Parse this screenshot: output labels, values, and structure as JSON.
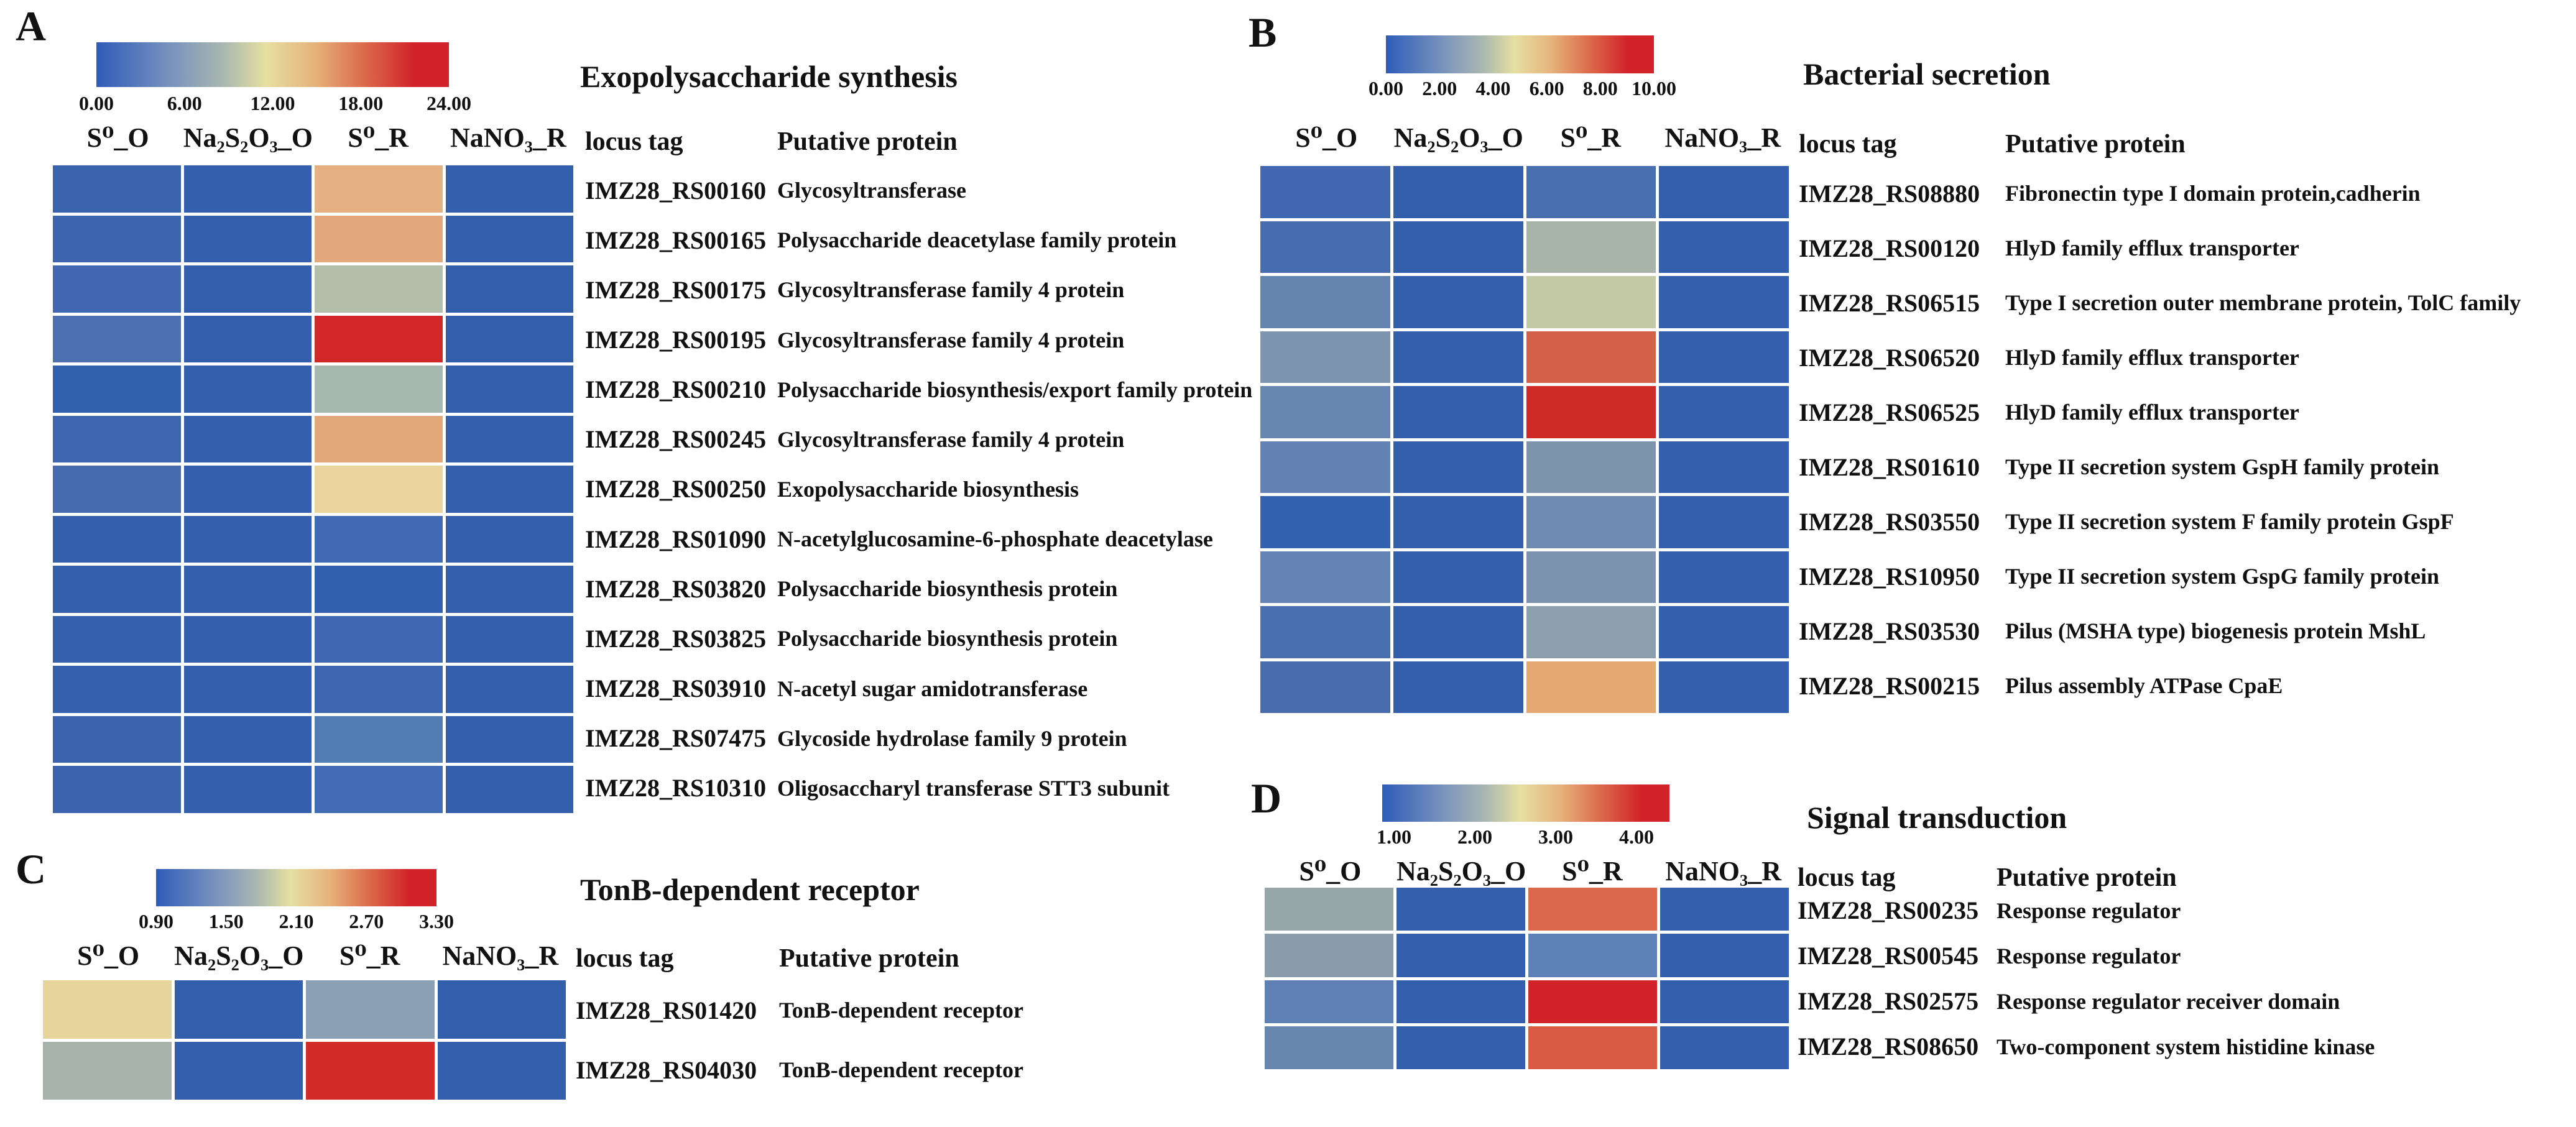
{
  "figure": {
    "background": "#ffffff",
    "text_color": "#111111",
    "default_cell_blue": "#335fac",
    "colorbar_gradient": [
      "#2e5cb8",
      "#7c95bd",
      "#aab7b0",
      "#e6dfa0",
      "#e6b27c",
      "#dc6a4a",
      "#d2232a"
    ]
  },
  "chart_data": [
    {
      "type": "heatmap",
      "panel_label": "A",
      "title": "Exopolysaccharide synthesis",
      "colorbar": {
        "min": 0.0,
        "max": 24.0,
        "ticks": [
          "0.00",
          "6.00",
          "12.00",
          "18.00",
          "24.00"
        ]
      },
      "columns": [
        "S⁰_O",
        "Na₂S₂O₃_O",
        "S⁰_R",
        "NaNO₃_R"
      ],
      "locus_header": "locus tag",
      "protein_header": "Putative protein",
      "rows": [
        {
          "locus": "IMZ28_RS00160",
          "protein": "Glycosyltransferase",
          "cell_colors": [
            "#3a63ae",
            "#335fac",
            "#e5b183",
            "#335fac"
          ]
        },
        {
          "locus": "IMZ28_RS00165",
          "protein": "Polysaccharide deacetylase family protein",
          "cell_colors": [
            "#3d65ae",
            "#335fac",
            "#e2a87c",
            "#335fac"
          ]
        },
        {
          "locus": "IMZ28_RS00175",
          "protein": "Glycosyltransferase family 4 protein",
          "cell_colors": [
            "#4168b0",
            "#335fac",
            "#b3bfab",
            "#335fac"
          ]
        },
        {
          "locus": "IMZ28_RS00195",
          "protein": "Glycosyltransferase family 4 protein",
          "cell_colors": [
            "#4c70b2",
            "#335fac",
            "#d2282a",
            "#335fac"
          ]
        },
        {
          "locus": "IMZ28_RS00210",
          "protein": "Polysaccharide biosynthesis/export family protein",
          "cell_colors": [
            "#3360ac",
            "#335fac",
            "#a7b8b0",
            "#335fac"
          ]
        },
        {
          "locus": "IMZ28_RS00245",
          "protein": "Glycosyltransferase family 4 protein",
          "cell_colors": [
            "#3e66ae",
            "#335fac",
            "#e2a87a",
            "#335fac"
          ]
        },
        {
          "locus": "IMZ28_RS00250",
          "protein": "Exopolysaccharide biosynthesis",
          "cell_colors": [
            "#456ab0",
            "#335fac",
            "#e8d49c",
            "#335fac"
          ]
        },
        {
          "locus": "IMZ28_RS01090",
          "protein": "N-acetylglucosamine-6-phosphate deacetylase",
          "cell_colors": [
            "#345fab",
            "#335fac",
            "#406ab2",
            "#335fac"
          ]
        },
        {
          "locus": "IMZ28_RS03820",
          "protein": "Polysaccharide biosynthesis protein",
          "cell_colors": [
            "#345fab",
            "#335fac",
            "#3360ae",
            "#335fac"
          ]
        },
        {
          "locus": "IMZ28_RS03825",
          "protein": "Polysaccharide biosynthesis protein",
          "cell_colors": [
            "#3561ac",
            "#335fac",
            "#3f68b0",
            "#335fac"
          ]
        },
        {
          "locus": "IMZ28_RS03910",
          "protein": "N-acetyl sugar amidotransferase",
          "cell_colors": [
            "#3561ac",
            "#335fac",
            "#3c66ae",
            "#335fac"
          ]
        },
        {
          "locus": "IMZ28_RS07475",
          "protein": "Glycoside hydrolase family 9 protein",
          "cell_colors": [
            "#3c64ae",
            "#335fac",
            "#527cb4",
            "#335fac"
          ]
        },
        {
          "locus": "IMZ28_RS10310",
          "protein": "Oligosaccharyl transferase STT3 subunit",
          "cell_colors": [
            "#3c64ae",
            "#335fac",
            "#416bb2",
            "#335fac"
          ]
        }
      ]
    },
    {
      "type": "heatmap",
      "panel_label": "B",
      "title": "Bacterial secretion",
      "colorbar": {
        "min": 0.0,
        "max": 10.0,
        "ticks": [
          "0.00",
          "2.00",
          "4.00",
          "6.00",
          "8.00",
          "10.00"
        ]
      },
      "columns": [
        "S⁰_O",
        "Na₂S₂O₃_O",
        "S⁰_R",
        "NaNO₃_R"
      ],
      "locus_header": "locus tag",
      "protein_header": "Putative protein",
      "rows": [
        {
          "locus": "IMZ28_RS08880",
          "protein": "Fibronectin type I domain protein,cadherin",
          "cell_colors": [
            "#4168b0",
            "#335fac",
            "#4a6fae",
            "#335fac"
          ]
        },
        {
          "locus": "IMZ28_RS00120",
          "protein": "HlyD family efflux transporter",
          "cell_colors": [
            "#476cb0",
            "#335fac",
            "#a8b4a8",
            "#335fac"
          ]
        },
        {
          "locus": "IMZ28_RS06515",
          "protein": "Type I secretion outer membrane protein, TolC family",
          "cell_colors": [
            "#6584b0",
            "#335fac",
            "#c3c9a4",
            "#335fac"
          ]
        },
        {
          "locus": "IMZ28_RS06520",
          "protein": "HlyD family efflux transporter",
          "cell_colors": [
            "#7e95b0",
            "#335fac",
            "#d4604a",
            "#335fac"
          ]
        },
        {
          "locus": "IMZ28_RS06525",
          "protein": "HlyD family efflux transporter",
          "cell_colors": [
            "#6886b2",
            "#335fac",
            "#cd2a28",
            "#335fac"
          ]
        },
        {
          "locus": "IMZ28_RS01610",
          "protein": "Type II secretion system GspH family protein",
          "cell_colors": [
            "#6283b4",
            "#335fac",
            "#7e95ae",
            "#335fac"
          ]
        },
        {
          "locus": "IMZ28_RS03550",
          "protein": "Type II secretion system F family protein GspF",
          "cell_colors": [
            "#3562b0",
            "#335fac",
            "#6e8ab0",
            "#335fac"
          ]
        },
        {
          "locus": "IMZ28_RS10950",
          "protein": "Type II secretion system GspG family protein",
          "cell_colors": [
            "#6584b6",
            "#335fac",
            "#7b93ae",
            "#335fac"
          ]
        },
        {
          "locus": "IMZ28_RS03530",
          "protein": "Pilus (MSHA type) biogenesis protein MshL",
          "cell_colors": [
            "#4a6fae",
            "#335fac",
            "#8ba0ac",
            "#335fac"
          ]
        },
        {
          "locus": "IMZ28_RS00215",
          "protein": "Pilus assembly ATPase CpaE",
          "cell_colors": [
            "#486cae",
            "#335fac",
            "#e5a873",
            "#335fac"
          ]
        }
      ]
    },
    {
      "type": "heatmap",
      "panel_label": "C",
      "title": "TonB-dependent receptor",
      "colorbar": {
        "min": 0.9,
        "max": 3.3,
        "ticks": [
          "0.90",
          "1.50",
          "2.10",
          "2.70",
          "3.30"
        ]
      },
      "columns": [
        "S⁰_O",
        "Na₂S₂O₃_O",
        "S⁰_R",
        "NaNO₃_R"
      ],
      "locus_header": "locus tag",
      "protein_header": "Putative protein",
      "rows": [
        {
          "locus": "IMZ28_RS01420",
          "protein": "TonB-dependent receptor",
          "cell_colors": [
            "#e7d39c",
            "#335fac",
            "#8ba0b5",
            "#335fac"
          ]
        },
        {
          "locus": "IMZ28_RS04030",
          "protein": "TonB-dependent receptor",
          "cell_colors": [
            "#a7b3ab",
            "#335fac",
            "#d32b28",
            "#335fac"
          ]
        }
      ]
    },
    {
      "type": "heatmap",
      "panel_label": "D",
      "title": "Signal transduction",
      "colorbar": {
        "min": 1.0,
        "max": 4.0,
        "ticks": [
          "1.00",
          "2.00",
          "3.00",
          "4.00"
        ]
      },
      "columns": [
        "S⁰_O",
        "Na₂S₂O₃_O",
        "S⁰_R",
        "NaNO₃_R"
      ],
      "locus_header": "locus tag",
      "protein_header": "Putative protein",
      "rows": [
        {
          "locus": "IMZ28_RS00235",
          "protein": "Response regulator",
          "cell_colors": [
            "#97a6a8",
            "#335fac",
            "#dc684c",
            "#335fac"
          ]
        },
        {
          "locus": "IMZ28_RS00545",
          "protein": "Response regulator",
          "cell_colors": [
            "#8b9cab",
            "#335fac",
            "#5e80b8",
            "#335fac"
          ]
        },
        {
          "locus": "IMZ28_RS02575",
          "protein": "Response regulator receiver domain",
          "cell_colors": [
            "#5f80b2",
            "#335fac",
            "#d2232a",
            "#335fac"
          ]
        },
        {
          "locus": "IMZ28_RS08650",
          "protein": "Two-component system histidine kinase",
          "cell_colors": [
            "#6887ae",
            "#335fac",
            "#d95c44",
            "#335fac"
          ]
        }
      ]
    }
  ]
}
